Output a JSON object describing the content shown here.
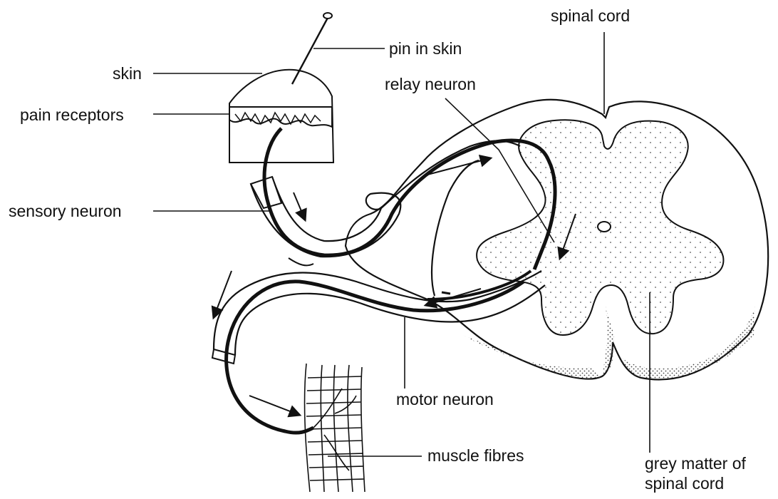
{
  "diagram": {
    "labels": {
      "spinal_cord": "spinal cord",
      "pin_in_skin": "pin in skin",
      "skin": "skin",
      "relay_neuron": "relay neuron",
      "pain_receptors": "pain receptors",
      "sensory_neuron": "sensory neuron",
      "motor_neuron": "motor neuron",
      "muscle_fibres": "muscle fibres",
      "grey_matter_line1": "grey matter of",
      "grey_matter_line2": "spinal cord"
    },
    "colors": {
      "ink": "#111111",
      "background": "#ffffff",
      "stipple": "#555555"
    }
  }
}
